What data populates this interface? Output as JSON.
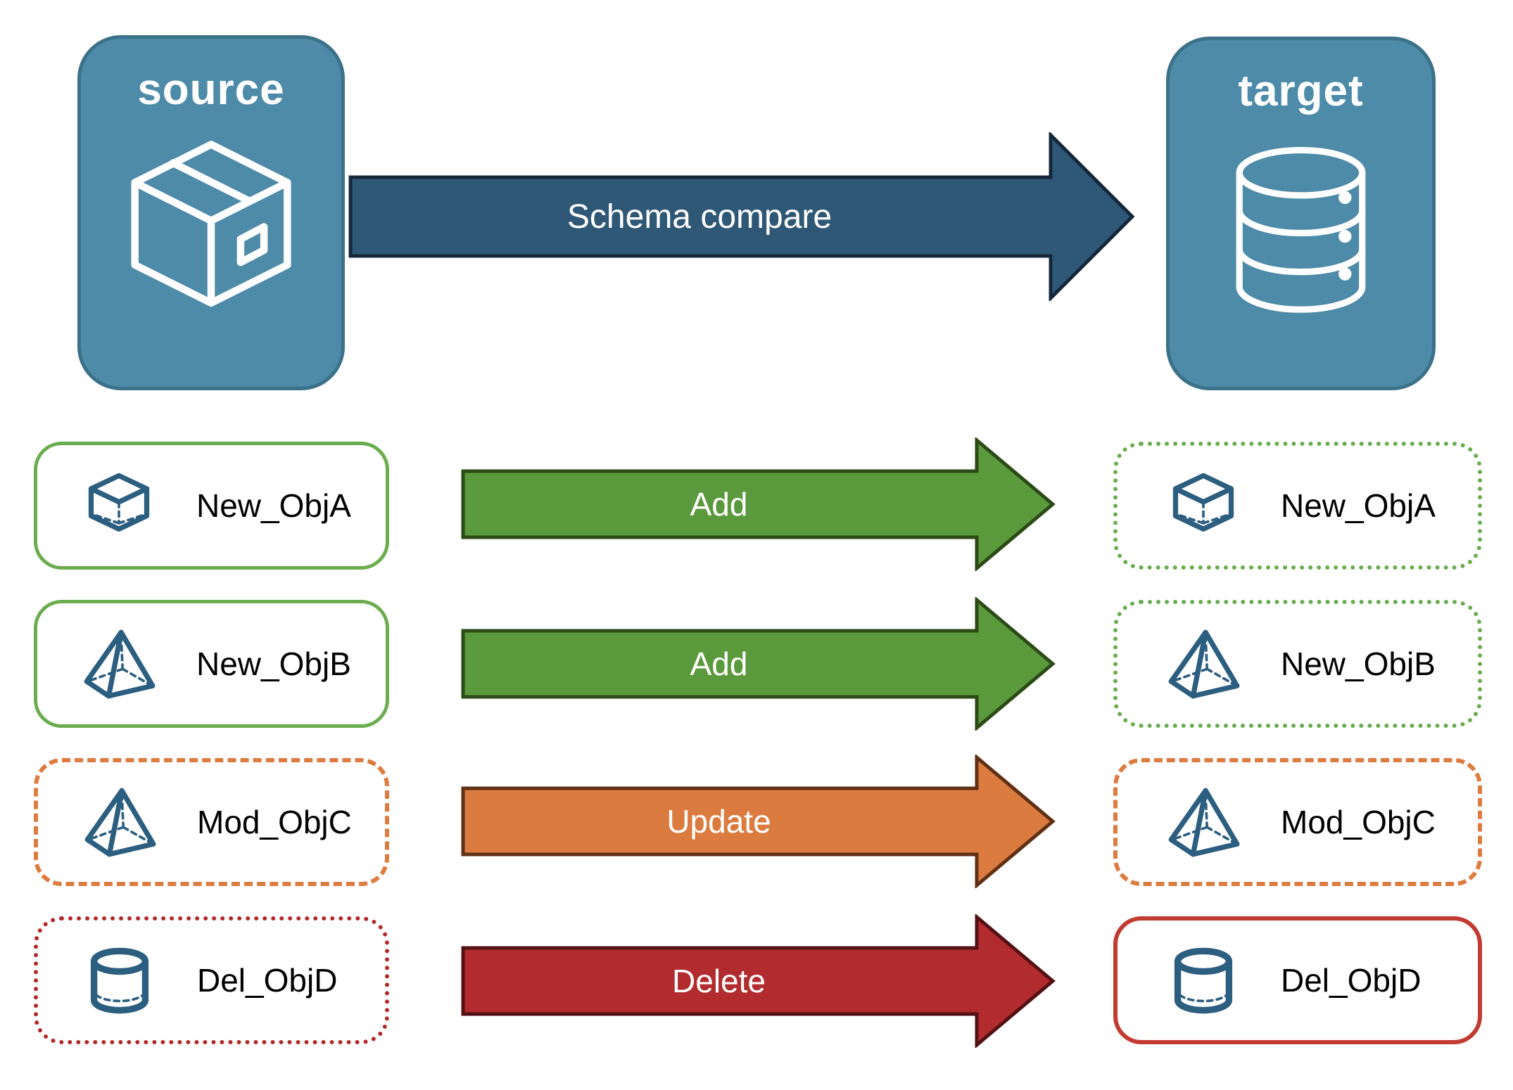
{
  "source_panel": {
    "label": "source",
    "icon": "package-icon"
  },
  "target_panel": {
    "label": "target",
    "icon": "database-icon"
  },
  "schema_arrow": {
    "label": "Schema compare"
  },
  "rows": [
    {
      "object": "New_ObjA",
      "action": "Add",
      "icon": "cube-icon",
      "source_border": "solid-green",
      "target_border": "dotted-green"
    },
    {
      "object": "New_ObjB",
      "action": "Add",
      "icon": "pyramid-icon",
      "source_border": "solid-green",
      "target_border": "dotted-green"
    },
    {
      "object": "Mod_ObjC",
      "action": "Update",
      "icon": "pyramid-icon",
      "source_border": "dashed-orange",
      "target_border": "dashed-orange"
    },
    {
      "object": "Del_ObjD",
      "action": "Delete",
      "icon": "cylinder-icon",
      "source_border": "dotted-red",
      "target_border": "solid-red"
    }
  ],
  "colors": {
    "panel": "#4D8BA8",
    "panel_border": "#3B7189",
    "navy_fill": "#2F5876",
    "navy_stroke": "#15283B",
    "green_fill": "#5B9A3C",
    "green_stroke": "#2B4A16",
    "green_border": "#6AAC4E",
    "orange_fill": "#DC7B3F",
    "orange_stroke": "#5F3014",
    "orange_border": "#DD7C40",
    "red_fill": "#B22B2F",
    "red_stroke": "#541114",
    "red_dotted": "#B22929",
    "red_solid": "#C23B32",
    "icon_blue": "#2C5E80",
    "label_text": "#000000",
    "arrow_text": "#FFFFFF"
  }
}
